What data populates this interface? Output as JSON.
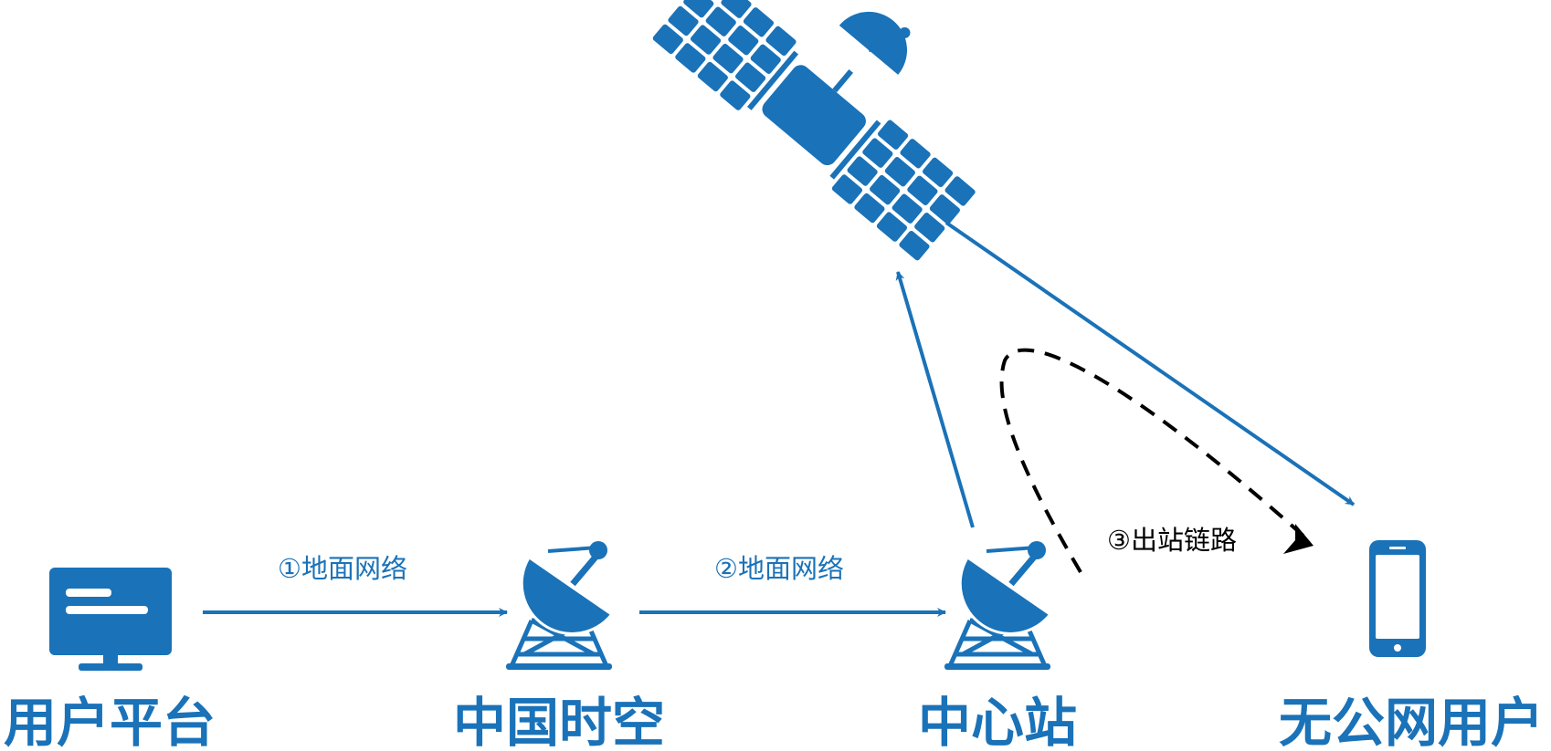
{
  "colors": {
    "primary": "#1a72b8",
    "dashed": "#000000",
    "background": "#ffffff"
  },
  "nodes": {
    "user_platform": {
      "label": "用户平台",
      "icon": "monitor-icon"
    },
    "china_spacetime": {
      "label": "中国时空",
      "icon": "satellite-dish-icon"
    },
    "center_station": {
      "label": "中心站",
      "icon": "satellite-dish-icon"
    },
    "no_network_user": {
      "label": "无公网用户",
      "icon": "smartphone-icon"
    },
    "satellite": {
      "icon": "satellite-icon"
    }
  },
  "edges": {
    "ground_network_1": {
      "label": "①地面网络"
    },
    "ground_network_2": {
      "label": "②地面网络"
    },
    "outbound_link": {
      "label": "③出站链路"
    }
  }
}
